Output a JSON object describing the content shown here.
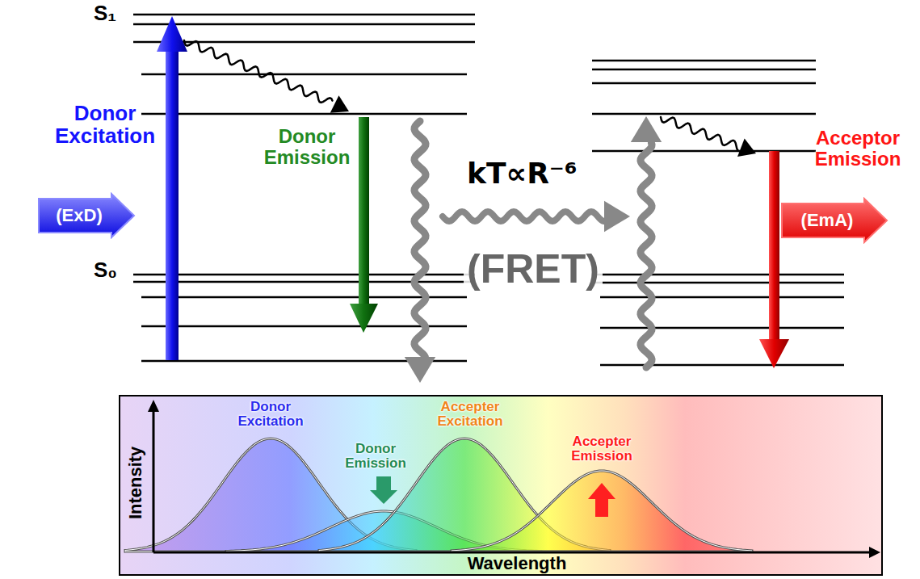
{
  "diagram": {
    "nodes": [
      {
        "text": [
          "(ExD)"
        ]
      },
      {
        "text": [
          "(EmA)"
        ]
      }
    ],
    "labels": [
      "S₁",
      "Donor Excitation",
      "Donor Emission",
      "kT∝R⁻⁶",
      "(FRET)",
      "S₀",
      "Acceptor Emission",
      "Donor Excitation",
      "Donor Emission",
      "Accepter Excitation",
      "Accepter Emission",
      "Intensity",
      "Wavelength"
    ]
  }
}
